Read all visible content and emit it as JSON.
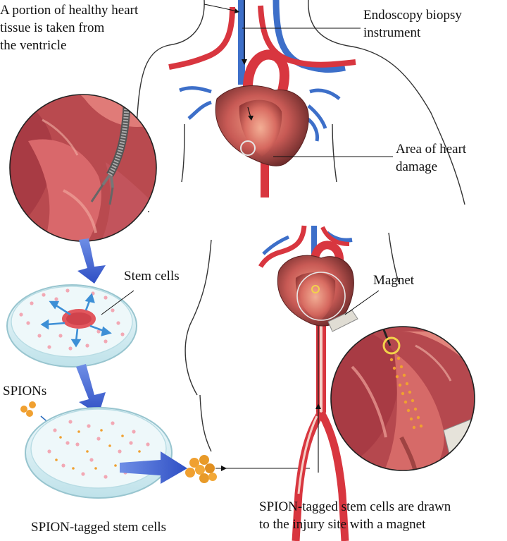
{
  "labels": {
    "biopsy_tissue": [
      "A portion of healthy heart",
      "tissue is taken from",
      "the ventricle"
    ],
    "instrument": [
      "Endoscopy biopsy",
      "instrument"
    ],
    "damage": [
      "Area of heart",
      "damage"
    ],
    "stem_cells": "Stem cells",
    "magnet": "Magnet",
    "spions": "SPIONs",
    "tagged": "SPION-tagged stem cells",
    "drawn": [
      "SPION-tagged stem cells are drawn",
      "to the injury site with a magnet"
    ]
  },
  "colors": {
    "artery": "#d8363f",
    "vein": "#3d6fc9",
    "heart": "#b8484a",
    "flow_arrow": "#3f62cf",
    "spion": "#f0a030",
    "cell": "#f2a8b4",
    "dish": "#dff1f6"
  }
}
